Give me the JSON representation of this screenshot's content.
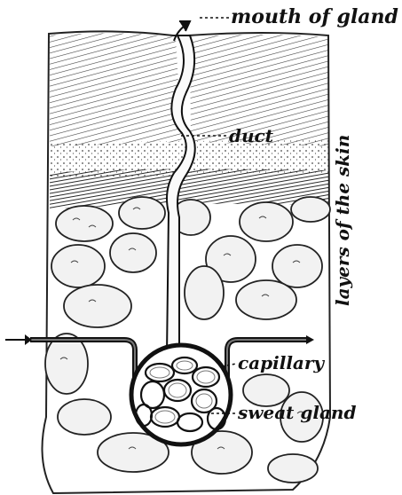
{
  "labels": {
    "mouth": "mouth of gland",
    "duct": "duct",
    "layers": "layers of the skin",
    "capillary": "capillary",
    "gland": "sweat gland"
  },
  "colors": {
    "ink": "#111111",
    "paper": "#ffffff",
    "duct_fill": "#fafafa",
    "cell_fill": "#f2f2f2"
  }
}
